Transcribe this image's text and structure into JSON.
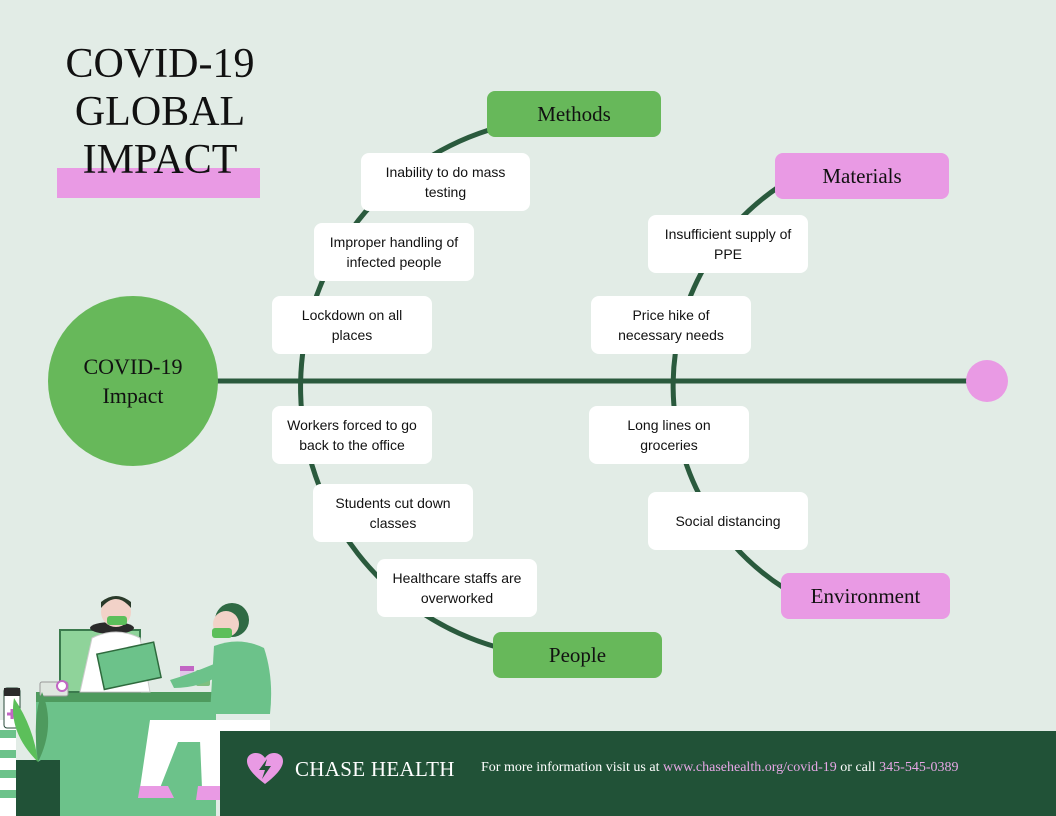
{
  "title": {
    "line1": "COVID-19",
    "line2": "GLOBAL",
    "line3": "IMPACT"
  },
  "hub": {
    "label": "COVID-19 Impact"
  },
  "categories": {
    "methods": "Methods",
    "materials": "Materials",
    "people": "People",
    "environment": "Environment"
  },
  "causes": {
    "methods": [
      "Inability to do mass testing",
      "Improper handling of infected people",
      "Lockdown on all places"
    ],
    "people": [
      "Workers forced to go back to the office",
      "Students cut down classes",
      "Healthcare staffs are overworked"
    ],
    "materials": [
      "Insufficient supply of PPE",
      "Price hike of necessary needs"
    ],
    "environment": [
      "Long lines on groceries",
      "Social distancing"
    ]
  },
  "footer": {
    "brand": "CHASE HEALTH",
    "info_prefix": "For more information visit us at ",
    "url": "www.chasehealth.org/covid-19",
    "info_middle": " or call ",
    "phone": "345-545-0389"
  },
  "colors": {
    "background": "#e2ece6",
    "green": "#67b85a",
    "pink": "#e99ae4",
    "dark_green": "#215237",
    "spine": "#2a5a3d"
  },
  "icons": {
    "brand": "heart-bolt-icon"
  }
}
